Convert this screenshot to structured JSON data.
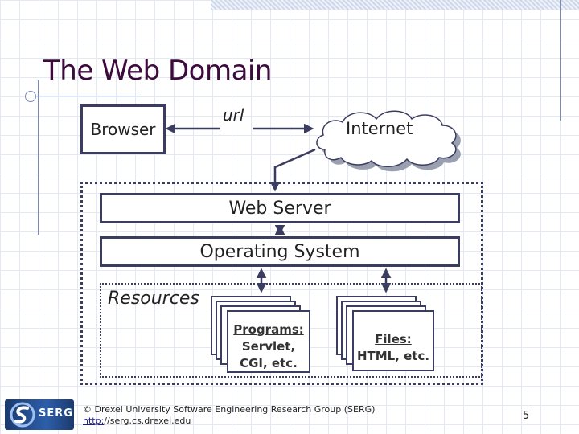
{
  "slide": {
    "title": "The Web Domain",
    "page_number": "5"
  },
  "diagram": {
    "browser": "Browser",
    "url_label": "url",
    "internet": "Internet",
    "web_server": "Web Server",
    "operating_system": "Operating System",
    "resources": "Resources",
    "programs": [
      "Programs:",
      "Servlet,",
      "CGI, etc."
    ],
    "files": [
      "Files:",
      "HTML, etc."
    ]
  },
  "footer": {
    "copyright": "© Drexel University Software Engineering Research Group (SERG)",
    "link_part1": "http:",
    "link_part2": "//serg.cs.drexel.edu"
  },
  "logo": {
    "text": "SERG",
    "icon": "serg-logo-icon"
  },
  "colors": {
    "title": "#3d0a3d",
    "box_border": "#3b3d60",
    "arrow": "#3b3d60",
    "grid": "#e3e8f2",
    "guide_lines": "#7a8ab8"
  }
}
